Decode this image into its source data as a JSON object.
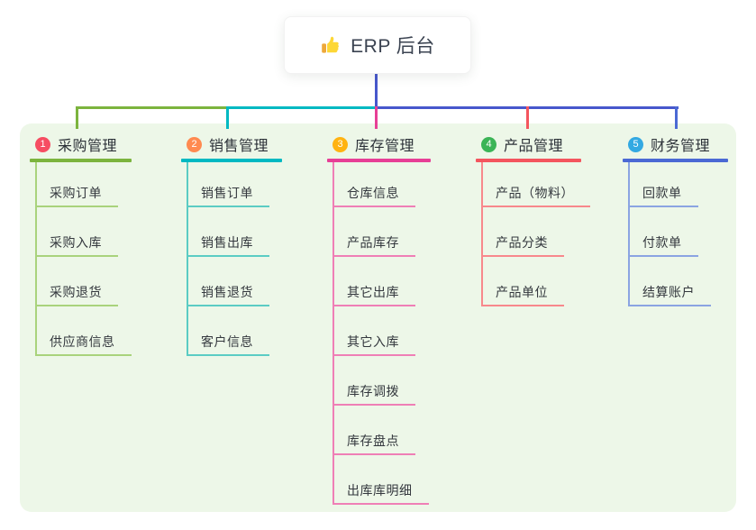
{
  "root": {
    "label": "ERP 后台",
    "icon": "thumbs-up-icon"
  },
  "colors": {
    "canvas_bg": "#ffffff",
    "panel_bg": "#edf7e8",
    "connector": "#4757cc",
    "root_text": "#3b4351",
    "title_text": "#2c3138",
    "child_text": "#34383e"
  },
  "branches": [
    {
      "badge": "1",
      "badge_color": "#f64d62",
      "title": "采购管理",
      "line_color": "#7cb43e",
      "child_line_color": "#a9d37c",
      "children": [
        "采购订单",
        "采购入库",
        "采购退货",
        "供应商信息"
      ]
    },
    {
      "badge": "2",
      "badge_color": "#ff8a50",
      "title": "销售管理",
      "line_color": "#00b9c2",
      "child_line_color": "#5bccc4",
      "children": [
        "销售订单",
        "销售出库",
        "销售退货",
        "客户信息"
      ]
    },
    {
      "badge": "3",
      "badge_color": "#ffb311",
      "title": "库存管理",
      "line_color": "#e73f96",
      "child_line_color": "#ef7fb6",
      "children": [
        "仓库信息",
        "产品库存",
        "其它出库",
        "其它入库",
        "库存调拨",
        "库存盘点",
        "出库库明细"
      ]
    },
    {
      "badge": "4",
      "badge_color": "#3bb456",
      "title": "产品管理",
      "line_color": "#f4555e",
      "child_line_color": "#f8888c",
      "children": [
        "产品（物料）",
        "产品分类",
        "产品单位"
      ]
    },
    {
      "badge": "5",
      "badge_color": "#33a9e2",
      "title": "财务管理",
      "line_color": "#4b69d4",
      "child_line_color": "#8ba4e2",
      "children": [
        "回款单",
        "付款单",
        "结算账户"
      ]
    }
  ]
}
